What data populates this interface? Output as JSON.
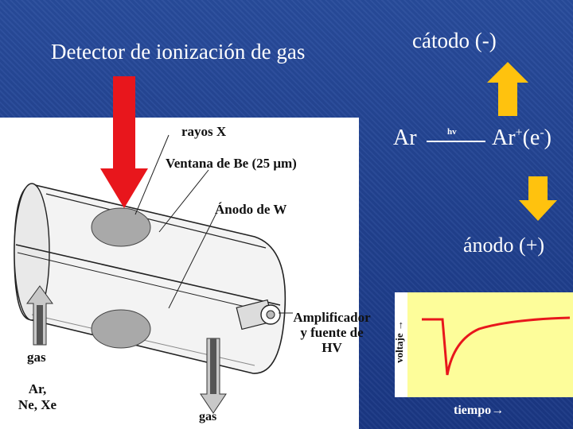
{
  "title": "Detector de ionización de gas",
  "cathode_label": "cátodo (-)",
  "anode_label": "ánodo (+)",
  "reaction": {
    "left": "Ar",
    "arrow_label": "hv",
    "right_main": "Ar",
    "right_sup": "+",
    "right_paren_open": "(e",
    "right_paren_sup": "-",
    "right_paren_close": ")"
  },
  "diagram": {
    "xray_label": "rayos X",
    "window_label": "Ventana de Be (25 μm)",
    "anode_label": "Ánodo de W",
    "amplifier_label": "Amplificador y fuente de HV",
    "amplifier_lines": [
      "Amplificador",
      "y fuente de",
      "HV"
    ],
    "gas_in_label": "gas",
    "gas_types_lines": [
      "Ar,",
      "Ne, Xe"
    ],
    "gas_out_label": "gas"
  },
  "graph": {
    "ylabel": "voltaje →",
    "xlabel": "tiempo→"
  },
  "colors": {
    "background": "#1f3f8e",
    "red_arrow": "#e8161c",
    "yellow_arrow": "#ffc20e",
    "graph_bg": "#fdfd9a",
    "pulse": "#e8161c"
  }
}
